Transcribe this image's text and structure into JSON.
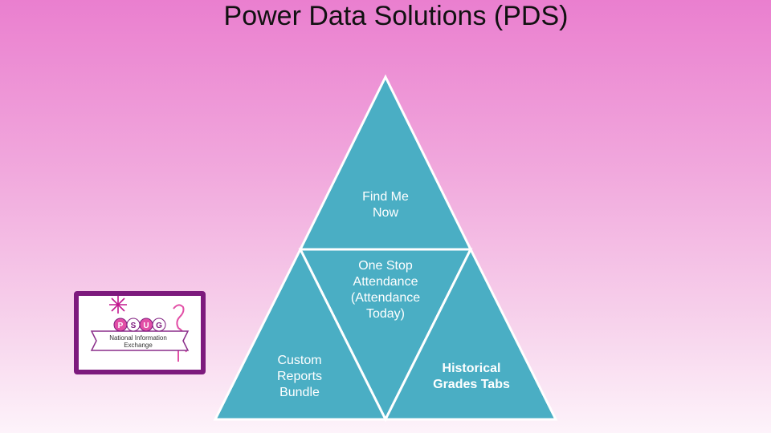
{
  "slide": {
    "title": "Power Data Solutions (PDS)"
  },
  "pyramid": {
    "fill_color": "#4aaec4",
    "border_color": "#ffffff",
    "top_label": "Find Me Now",
    "middle_label": "One Stop Attendance (Attendance Today)",
    "bottom_left_label": "Custom Reports Bundle",
    "bottom_right_label": "Historical Grades Tabs"
  },
  "logo": {
    "letters": [
      "P",
      "S",
      "U",
      "G"
    ],
    "line1": "National Information",
    "line2": "Exchange",
    "frame_color": "#7d1a7d",
    "icon": "flamingo-icon"
  }
}
